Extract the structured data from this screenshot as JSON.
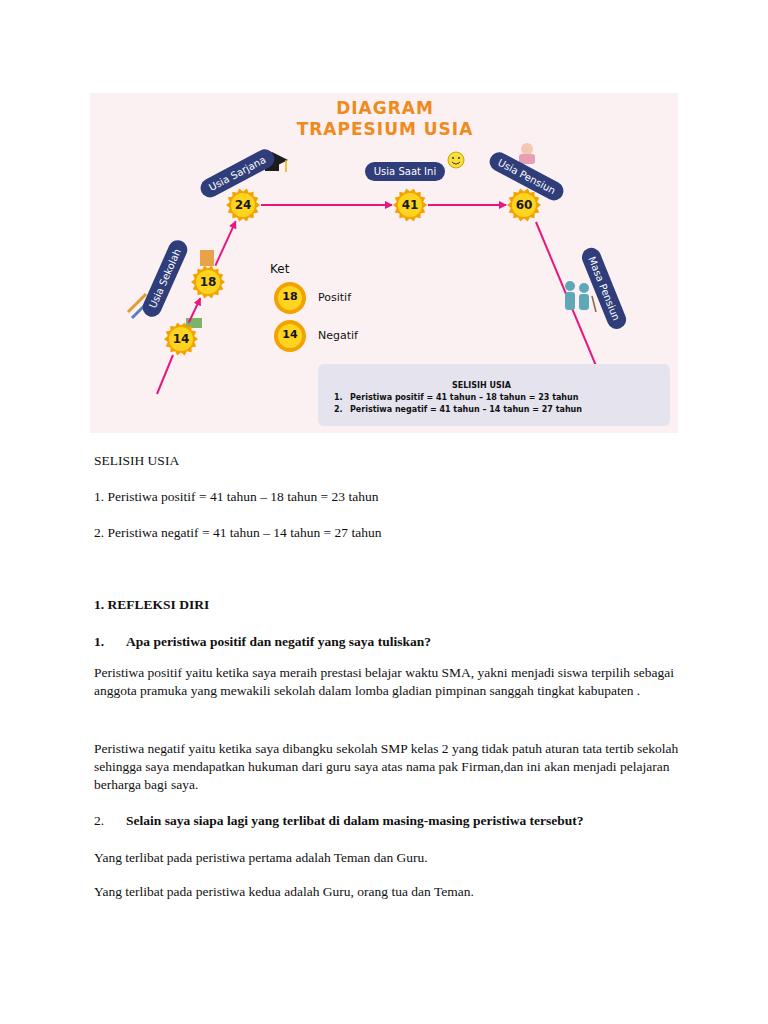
{
  "diagram": {
    "title": "DIAGRAM TRAPESIUM USIA",
    "nodes": [
      {
        "text": [
          "Usia Sarjana"
        ]
      },
      {
        "text": [
          "Usia Saat Ini"
        ]
      },
      {
        "text": [
          "Usia Pensiun"
        ]
      },
      {
        "text": [
          "24"
        ]
      },
      {
        "text": [
          "41"
        ]
      },
      {
        "text": [
          "60"
        ]
      },
      {
        "text": [
          "18"
        ]
      },
      {
        "text": [
          "Usia Sekolah"
        ]
      },
      {
        "text": [
          "Masa Pensiun"
        ]
      },
      {
        "text": [
          "14"
        ]
      }
    ],
    "edges": [
      {
        "from": 9,
        "to": 6,
        "arrow": "to"
      },
      {
        "from": 6,
        "to": 3,
        "arrow": "to"
      },
      {
        "from": 3,
        "to": 4,
        "arrow": "to"
      },
      {
        "from": 4,
        "to": 5,
        "arrow": "to"
      }
    ],
    "labels": [
      "Ket",
      "18",
      "14",
      "SELISIH USIA",
      "1.",
      "Peristiwa positif = 41 tahun – 18 tahun = 23 tahun",
      "2.",
      "Peristiwa negatif = 41 tahun – 14 tahun = 27 tahun",
      "SELISIH USIA",
      "1. Peristiwa positif = 41 tahun – 18 tahun = 23 tahun",
      "2. Peristiwa negatif = 41 tahun – 14 tahun = 27 tahun",
      "1. REFLEKSI DIRI",
      "1.",
      "Apa peristiwa positif dan negatif yang saya tuliskan?",
      "Peristiwa positif yaitu ketika saya meraih prestasi belajar waktu SMA, yakni menjadi siswa terpilih sebagai anggota pramuka yang mewakili sekolah dalam lomba gladian pimpinan sanggah tingkat kabupaten .",
      "Peristiwa negatif yaitu ketika saya dibangku sekolah SMP kelas 2 yang tidak patuh aturan tata tertib sekolah sehingga saya mendapatkan hukuman dari guru saya atas nama pak Firman,dan ini akan menjadi pelajaran berharga bagi saya.",
      "2.",
      "Selain saya siapa lagi yang terlibat di dalam masing-masing peristiwa tersebut?",
      "Yang terlibat pada peristiwa pertama adalah Teman dan Guru.",
      "Yang terlibat pada peristiwa kedua adalah Guru, orang tua dan Teman."
    ],
    "legend": [
      {
        "text": "Positif"
      },
      {
        "text": "Negatif"
      }
    ]
  }
}
